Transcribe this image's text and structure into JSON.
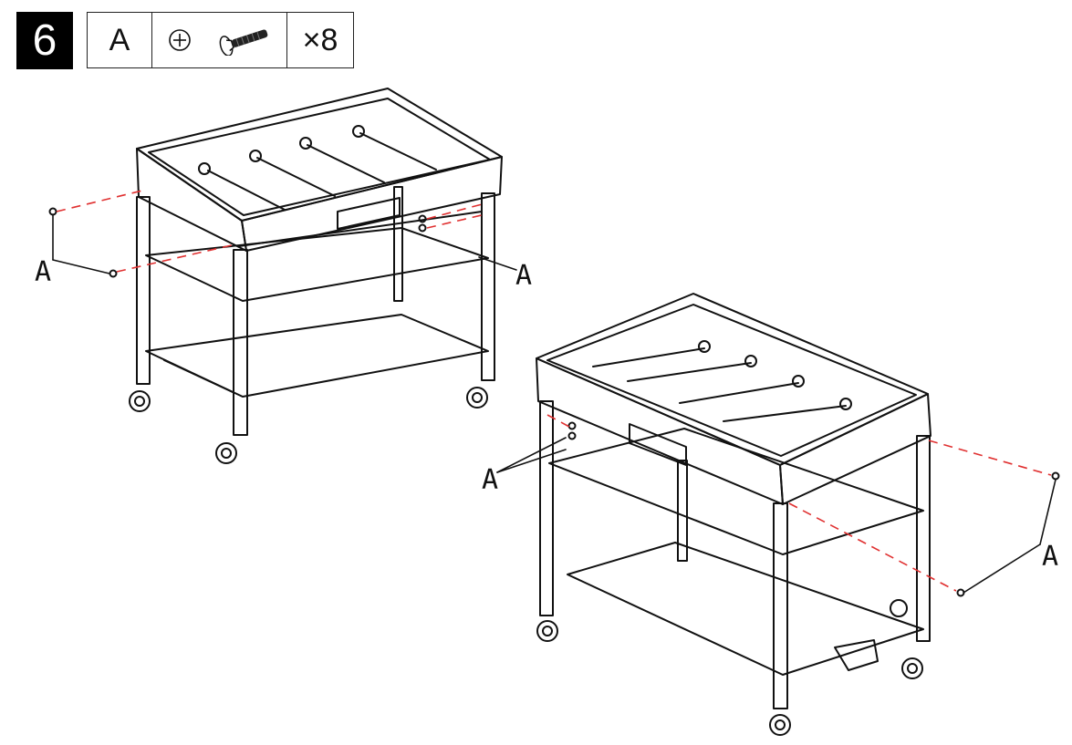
{
  "step": {
    "number": "6"
  },
  "parts": {
    "letter": "A",
    "drive_icon": "phillips-drive-icon",
    "part_icon": "flat-head-screw-icon",
    "quantity": "×8"
  },
  "callouts": [
    "A",
    "A",
    "A",
    "A"
  ],
  "colors": {
    "line": "#111111",
    "dash": "#e03030",
    "badge": "#000000"
  }
}
